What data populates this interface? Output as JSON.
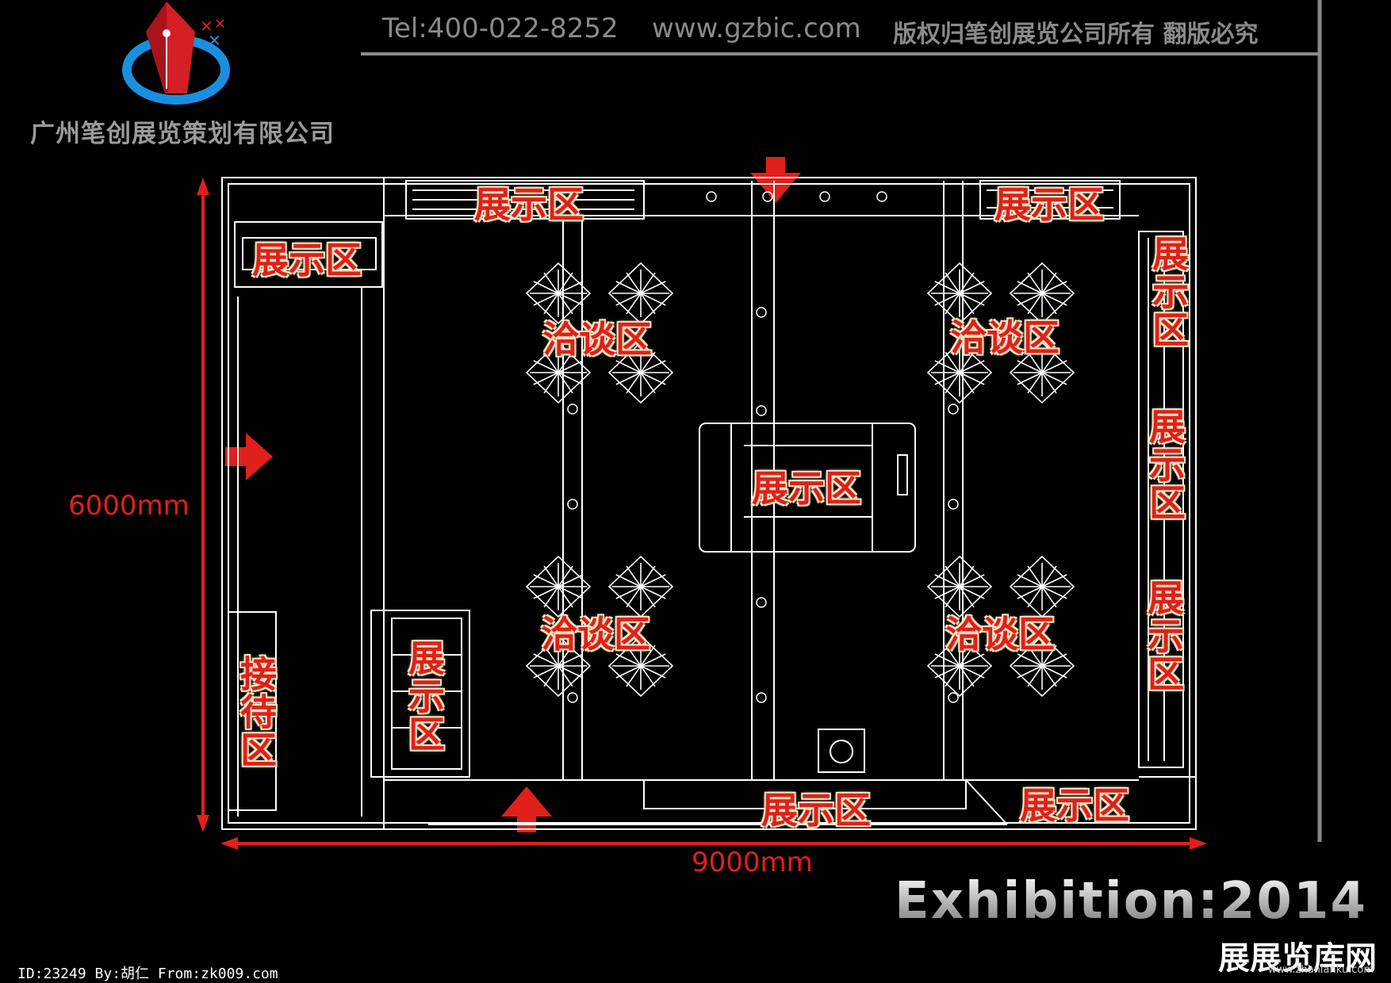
{
  "header": {
    "tel": "Tel:400-022-8252",
    "website": "www.gzbic.com",
    "copyright": "版权归笔创展览公司所有 翻版必究"
  },
  "company_name": "广州笔创展览策划有限公司",
  "dimensions": {
    "height": "6000mm",
    "width": "9000mm"
  },
  "zones": {
    "display_top_left": "展示区",
    "display_top_right": "展示区",
    "display_left": "展示区",
    "display_right_1": "展示区",
    "display_right_2": "展示区",
    "display_right_3": "展示区",
    "display_center": "展示区",
    "display_inner_left": "展示区",
    "display_bottom_center": "展示区",
    "display_bottom_right": "展示区",
    "negotiation_1": "洽谈区",
    "negotiation_2": "洽谈区",
    "negotiation_3": "洽谈区",
    "negotiation_4": "洽谈区",
    "reception": "接待区"
  },
  "exhibition_mark": "Exhibition:2014",
  "watermark": "展展览库网",
  "watermark_url": "www.zhanlanku.com",
  "footer_text": "ID:23249 By:胡仁 From:zk009.com",
  "colors": {
    "accent_red": "#e0201a",
    "line_white": "#ffffff",
    "header_gray": "#8a8a8a",
    "logo_blue": "#1a8fe0"
  }
}
